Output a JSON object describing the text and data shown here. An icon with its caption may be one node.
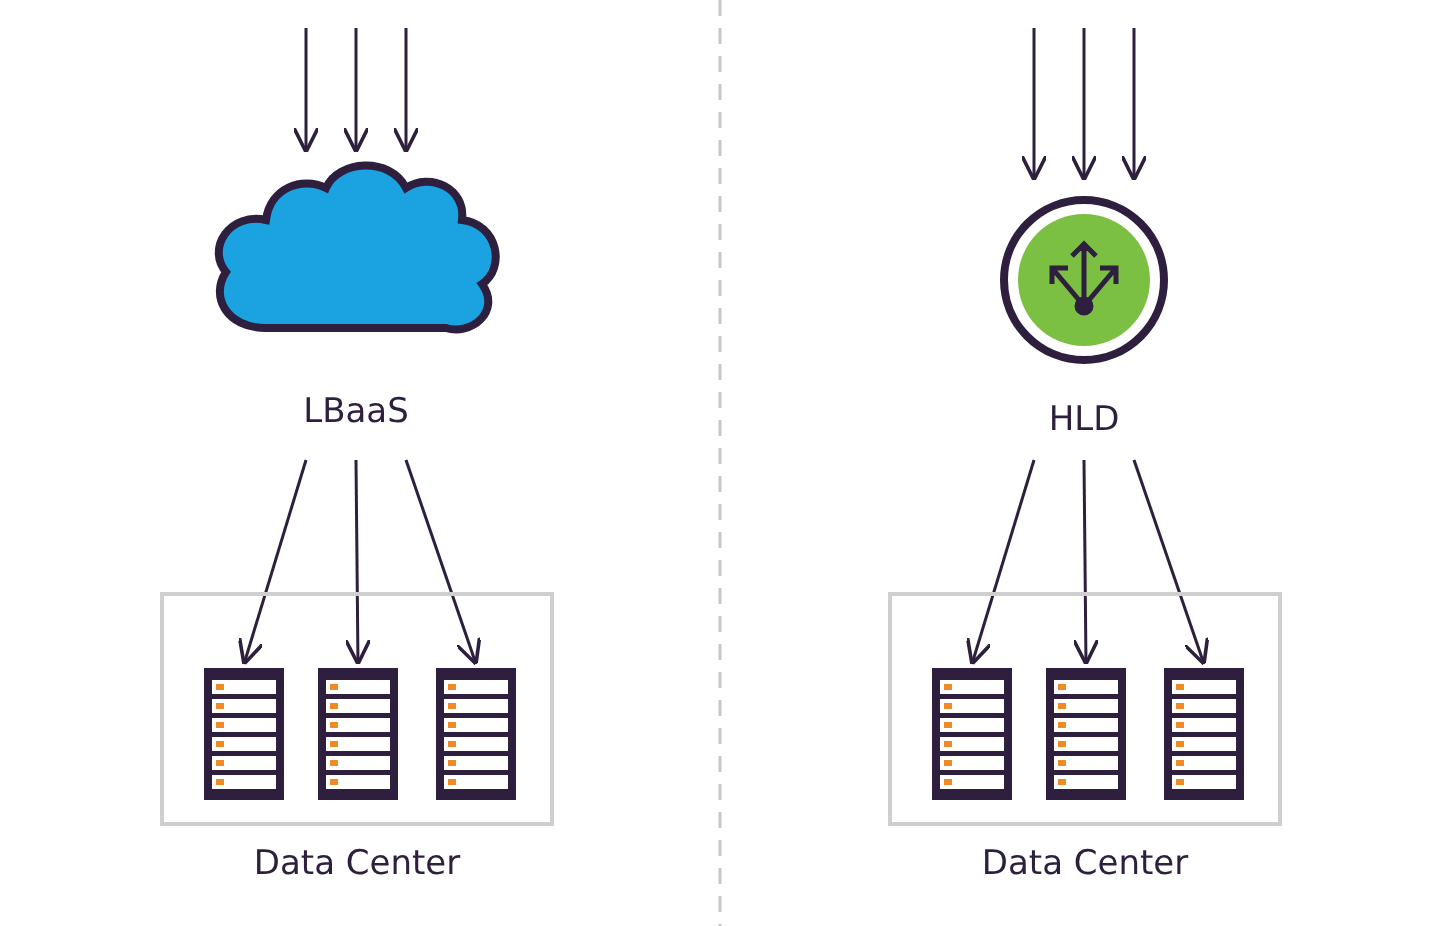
{
  "diagram": {
    "nodes": [
      {
        "text": [
          "LBaaS"
        ]
      },
      {
        "text": [
          "Data Center"
        ]
      },
      {
        "text": [],
        "shape": "server",
        "in": 1
      },
      {
        "text": [],
        "shape": "server",
        "in": 1
      },
      {
        "text": [],
        "shape": "server",
        "in": 1
      },
      {
        "text": [
          "HLD"
        ]
      },
      {
        "text": [
          "Data Center"
        ]
      },
      {
        "text": [],
        "shape": "server",
        "in": 6
      },
      {
        "text": [],
        "shape": "server",
        "in": 6
      },
      {
        "text": [],
        "shape": "server",
        "in": 6
      }
    ],
    "edges": [
      {
        "from": null,
        "to": 0,
        "arrow": "to"
      },
      {
        "from": null,
        "to": 0,
        "arrow": "to"
      },
      {
        "from": null,
        "to": 0,
        "arrow": "to"
      },
      {
        "from": 0,
        "to": 2,
        "arrow": "to"
      },
      {
        "from": 0,
        "to": 3,
        "arrow": "to"
      },
      {
        "from": 0,
        "to": 4,
        "arrow": "to"
      },
      {
        "from": null,
        "to": 5,
        "arrow": "to"
      },
      {
        "from": null,
        "to": 5,
        "arrow": "to"
      },
      {
        "from": null,
        "to": 5,
        "arrow": "to"
      },
      {
        "from": 5,
        "to": 7,
        "arrow": "to"
      },
      {
        "from": 5,
        "to": 8,
        "arrow": "to"
      },
      {
        "from": 5,
        "to": 9,
        "arrow": "to"
      }
    ]
  }
}
